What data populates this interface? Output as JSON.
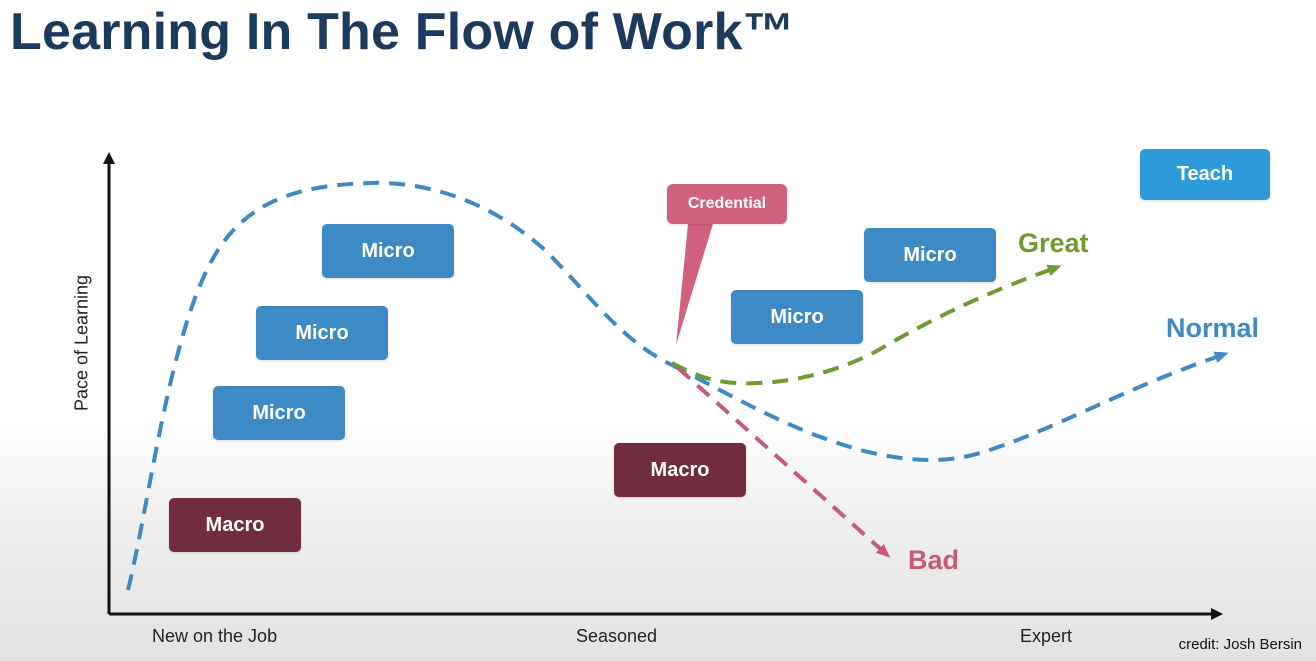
{
  "title": "Learning In The Flow of Work™",
  "axes": {
    "y_label": "Pace of Learning",
    "x_labels": [
      "New on the Job",
      "Seasoned",
      "Expert"
    ]
  },
  "boxes": {
    "macro_1": "Macro",
    "micro_1": "Micro",
    "micro_2": "Micro",
    "micro_3": "Micro",
    "credential": "Credential",
    "macro_2": "Macro",
    "micro_4": "Micro",
    "micro_5": "Micro",
    "teach": "Teach"
  },
  "outcomes": {
    "great": "Great",
    "normal": "Normal",
    "bad": "Bad"
  },
  "credit": "credit: Josh Bersin",
  "colors": {
    "title": "#1b3a5c",
    "micro": "#3d8ac4",
    "macro": "#6f2d3d",
    "teach": "#2c9bd8",
    "credential": "#d0627f",
    "great": "#6f9a2e",
    "normal": "#3d8ac4",
    "bad": "#c85a78"
  }
}
